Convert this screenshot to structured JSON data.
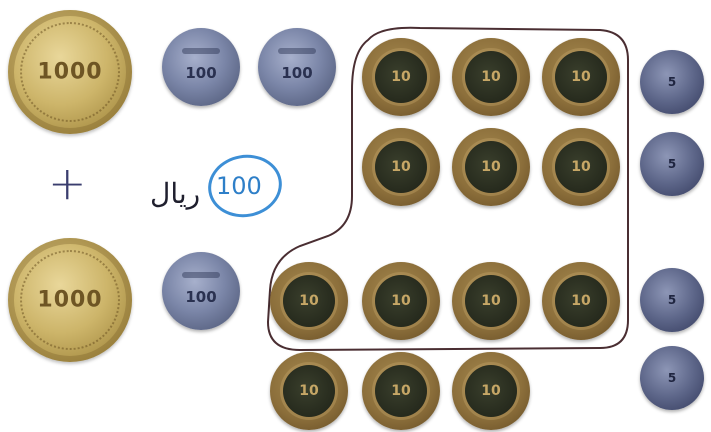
{
  "coins": {
    "c1000_face": "1000",
    "c100_face": "100",
    "c10_face": "10",
    "c5_face": "5"
  },
  "plus_sign": "+",
  "handwritten_note": {
    "word": "ریال",
    "number": "100",
    "circle_color": "#3d8fd6"
  }
}
